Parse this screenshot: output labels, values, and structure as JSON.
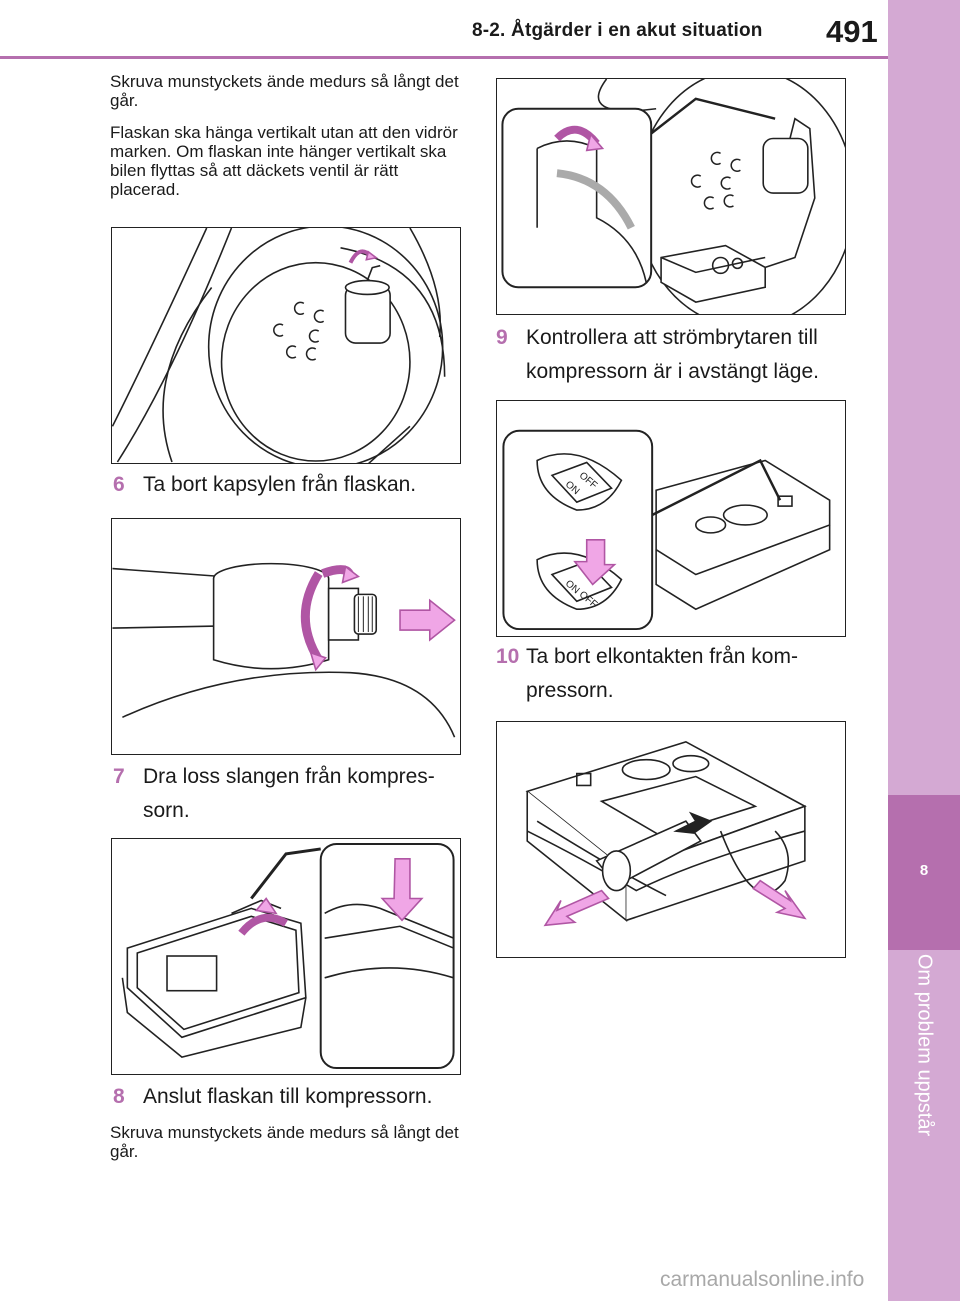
{
  "header": {
    "section_title": "8-2. Åtgärder i en akut situation",
    "page_number": "491"
  },
  "side_tab": {
    "chapter_number": "8",
    "chapter_title": "Om problem uppstår"
  },
  "left_column": {
    "intro_1": "Skruva munstyckets ände medurs så långt det går.",
    "intro_2": "Flaskan ska hänga vertikalt utan att den vidrör marken. Om flaskan inte hänger vertikalt ska bilen flyttas så att däckets ventil är rätt placerad.",
    "step6": {
      "number": "6",
      "text": "Ta bort kapsylen från flaskan."
    },
    "step7": {
      "number": "7",
      "text_line1": "Dra loss slangen från kompres-",
      "text_line2": "sorn."
    },
    "step8": {
      "number": "8",
      "text": "Anslut flaskan till kompressorn."
    },
    "outro": "Skruva munstyckets ände medurs så långt det går."
  },
  "right_column": {
    "step9": {
      "number": "9",
      "text_line1": "Kontrollera att strömbrytaren till",
      "text_line2": "kompressorn är i avstängt läge."
    },
    "switch_labels": {
      "on": "ON",
      "off": "OFF"
    },
    "step10": {
      "number": "10",
      "text_line1": "Ta bort elkontakten från kom-",
      "text_line2": "pressorn."
    }
  },
  "footer": {
    "watermark": "carmanualsonline.info"
  },
  "colors": {
    "accent": "#b56fae",
    "accent_light": "#d4a9d3",
    "arrow_fill": "#f0a6e6",
    "text": "#1a1a1a"
  }
}
